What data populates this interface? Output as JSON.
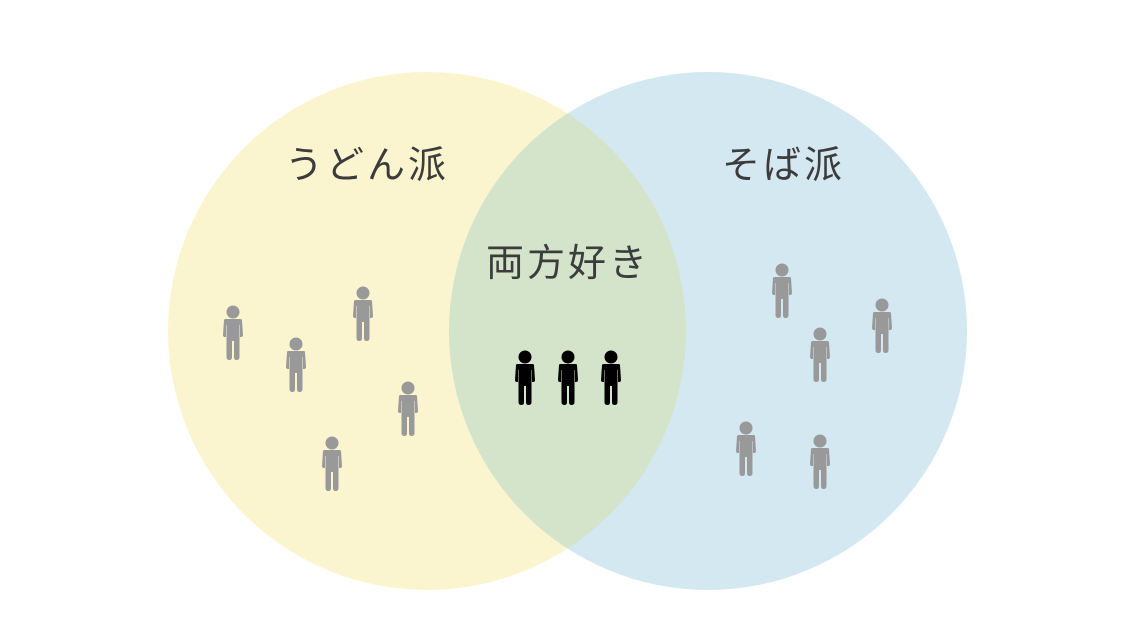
{
  "diagram": {
    "type": "venn",
    "sets": [
      {
        "id": "udon",
        "label": "うどん派",
        "color": "#fbf5cf",
        "exclusive_people": 5
      },
      {
        "id": "soba",
        "label": "そば派",
        "color": "#d4e8f2",
        "exclusive_people": 5
      }
    ],
    "intersection": {
      "label": "両方好き",
      "color": "#d4e4cb",
      "people": 3
    },
    "icon": "person-icon",
    "colors": {
      "text": "#3c3c3c",
      "person_gray": "#999999",
      "person_black": "#000000"
    }
  }
}
